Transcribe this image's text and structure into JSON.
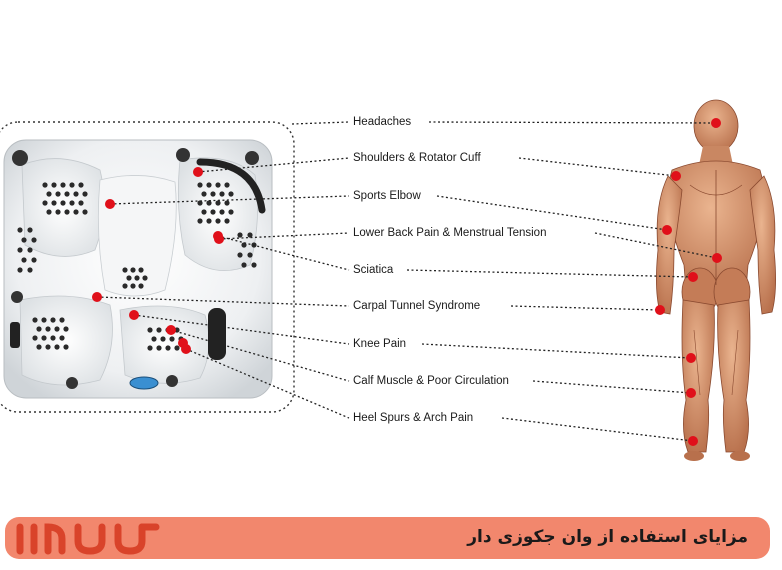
{
  "labels": [
    "Headaches",
    "Shoulders & Rotator Cuff",
    "Sports Elbow",
    "Lower Back Pain & Menstrual Tension",
    "Sciatica",
    "Carpal Tunnel Syndrome",
    "Knee Pain",
    "Calf Muscle & Poor Circulation",
    "Heel Spurs & Arch Pain"
  ],
  "banner": {
    "title": "مزایای استفاده از وان جکوزی دار"
  },
  "colors": {
    "point": "#e0101a",
    "banner": "#f2876d",
    "logo": "#d9432a",
    "skin": "#d9a07a",
    "muscle": "#c77a58"
  },
  "icons": [
    "hot-tub-illustration",
    "human-muscle-figure",
    "brand-logo"
  ]
}
